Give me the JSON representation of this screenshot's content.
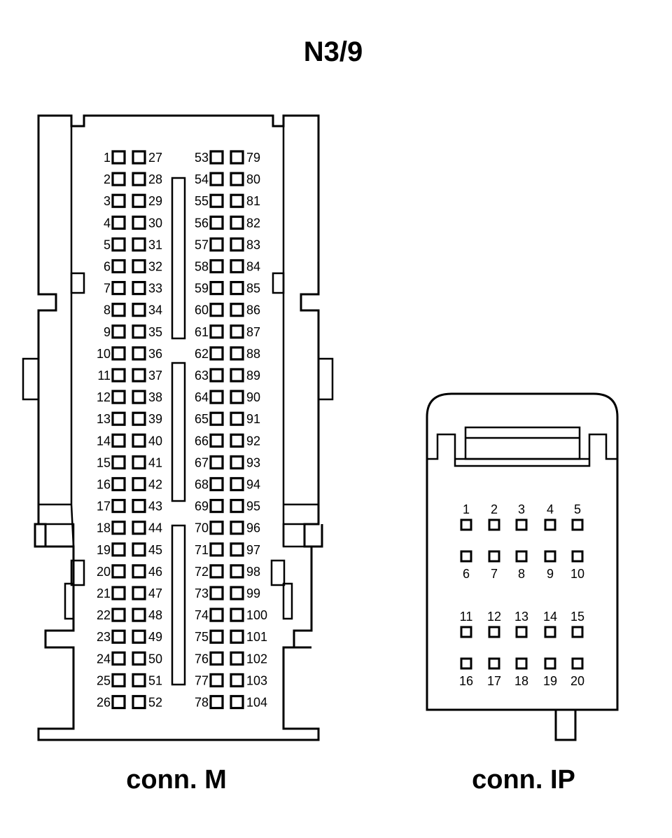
{
  "title": "N3/9",
  "connectors": {
    "m": {
      "label": "conn. M",
      "columns": [
        {
          "name": "col-1",
          "pins": [
            "1",
            "2",
            "3",
            "4",
            "5",
            "6",
            "7",
            "8",
            "9",
            "10",
            "11",
            "12",
            "13",
            "14",
            "15",
            "16",
            "17",
            "18",
            "19",
            "20",
            "21",
            "22",
            "23",
            "24",
            "25",
            "26"
          ]
        },
        {
          "name": "col-2",
          "pins": [
            "27",
            "28",
            "29",
            "30",
            "31",
            "32",
            "33",
            "34",
            "35",
            "36",
            "37",
            "38",
            "39",
            "40",
            "41",
            "42",
            "43",
            "44",
            "45",
            "46",
            "47",
            "48",
            "49",
            "50",
            "51",
            "52"
          ]
        },
        {
          "name": "col-3",
          "pins": [
            "53",
            "54",
            "55",
            "56",
            "57",
            "58",
            "59",
            "60",
            "61",
            "62",
            "63",
            "64",
            "65",
            "66",
            "67",
            "68",
            "69",
            "70",
            "71",
            "72",
            "73",
            "74",
            "75",
            "76",
            "77",
            "78"
          ]
        },
        {
          "name": "col-4",
          "pins": [
            "79",
            "80",
            "81",
            "82",
            "83",
            "84",
            "85",
            "86",
            "87",
            "88",
            "89",
            "90",
            "91",
            "92",
            "93",
            "94",
            "95",
            "96",
            "97",
            "98",
            "99",
            "100",
            "101",
            "102",
            "103",
            "104"
          ]
        }
      ]
    },
    "ip": {
      "label": "conn. IP",
      "rows": [
        {
          "name": "row-1",
          "pins": [
            "1",
            "2",
            "3",
            "4",
            "5"
          ],
          "label_position": "above"
        },
        {
          "name": "row-2",
          "pins": [
            "6",
            "7",
            "8",
            "9",
            "10"
          ],
          "label_position": "below"
        },
        {
          "name": "row-3",
          "pins": [
            "11",
            "12",
            "13",
            "14",
            "15"
          ],
          "label_position": "above"
        },
        {
          "name": "row-4",
          "pins": [
            "16",
            "17",
            "18",
            "19",
            "20"
          ],
          "label_position": "below"
        }
      ]
    }
  }
}
